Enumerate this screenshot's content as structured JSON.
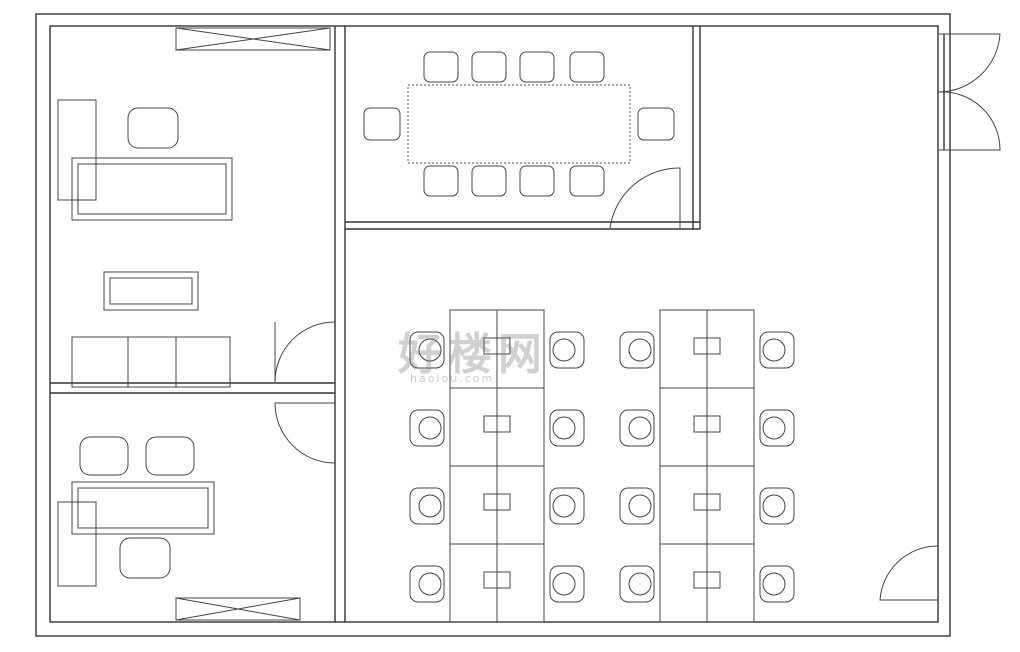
{
  "plan": {
    "workstation_clusters": 2,
    "workstations_per_cluster": 8,
    "meeting_room_chairs": 10
  },
  "watermark": {
    "text": "好楼网",
    "subtext": "haolou.com"
  },
  "colors": {
    "line": "#333333",
    "background": "#ffffff"
  }
}
